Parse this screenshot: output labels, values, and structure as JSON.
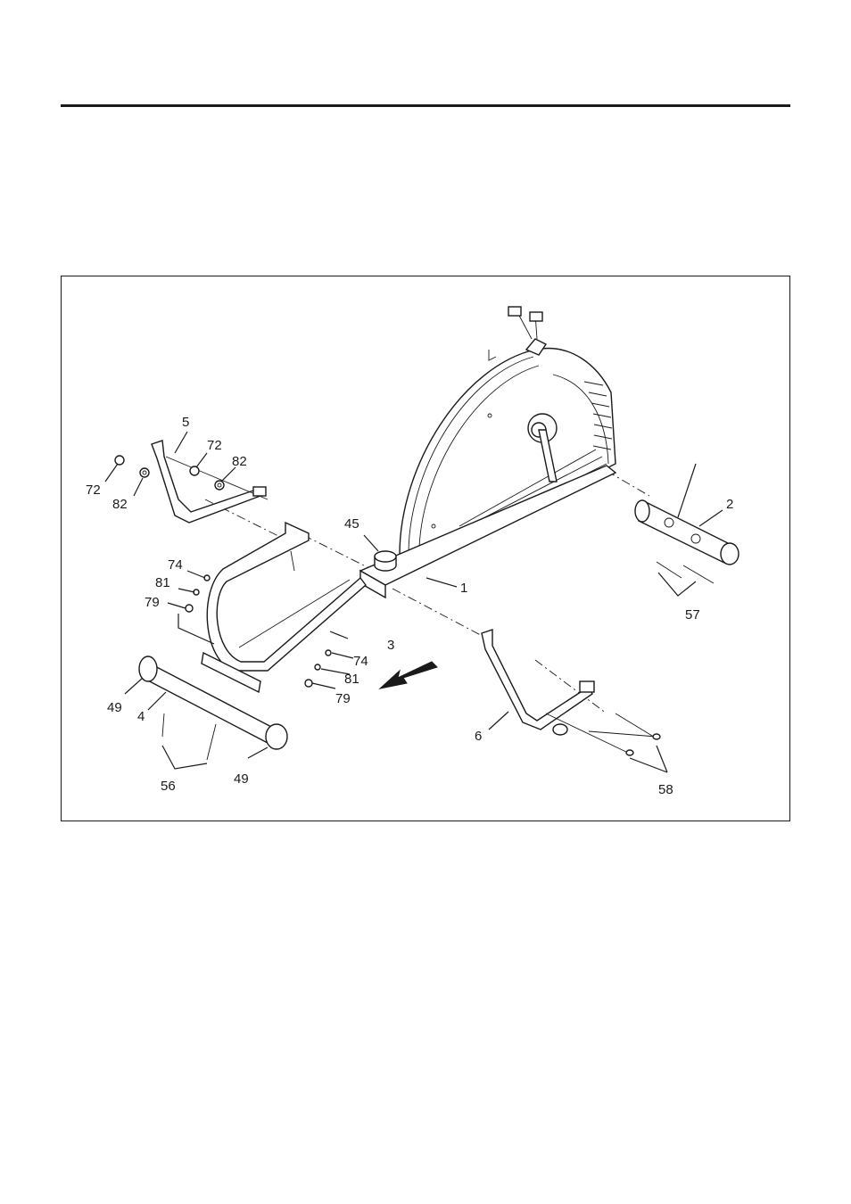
{
  "figure": {
    "callouts": {
      "p1": "1",
      "p2": "2",
      "p3": "3",
      "p4": "4",
      "p5": "5",
      "p6": "6",
      "p45": "45",
      "p49a": "49",
      "p49b": "49",
      "p56": "56",
      "p57": "57",
      "p58": "58",
      "p72a": "72",
      "p72b": "72",
      "p74a": "74",
      "p74b": "74",
      "p79a": "79",
      "p79b": "79",
      "p81a": "81",
      "p81b": "81",
      "p82a": "82",
      "p82b": "82"
    }
  }
}
